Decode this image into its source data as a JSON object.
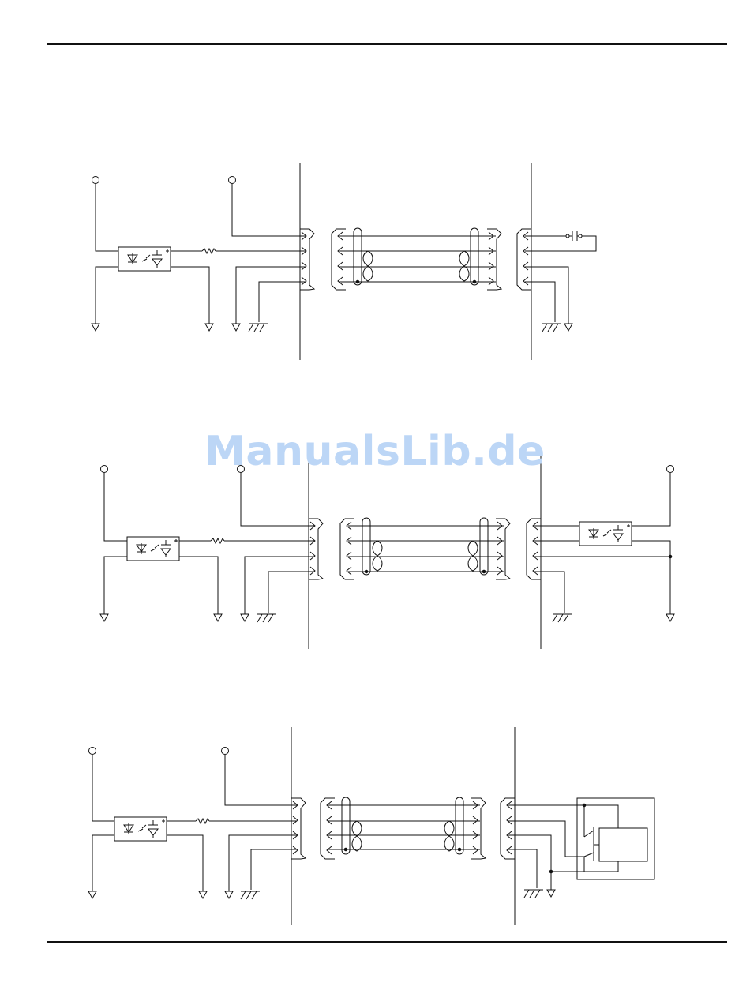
{
  "page": {
    "watermark": "ManualsLib.de"
  },
  "diagrams": [
    {
      "id": "diagram-1",
      "load": "switch"
    },
    {
      "id": "diagram-2",
      "load": "optocoupler"
    },
    {
      "id": "diagram-3",
      "load": "transistor-module"
    }
  ]
}
